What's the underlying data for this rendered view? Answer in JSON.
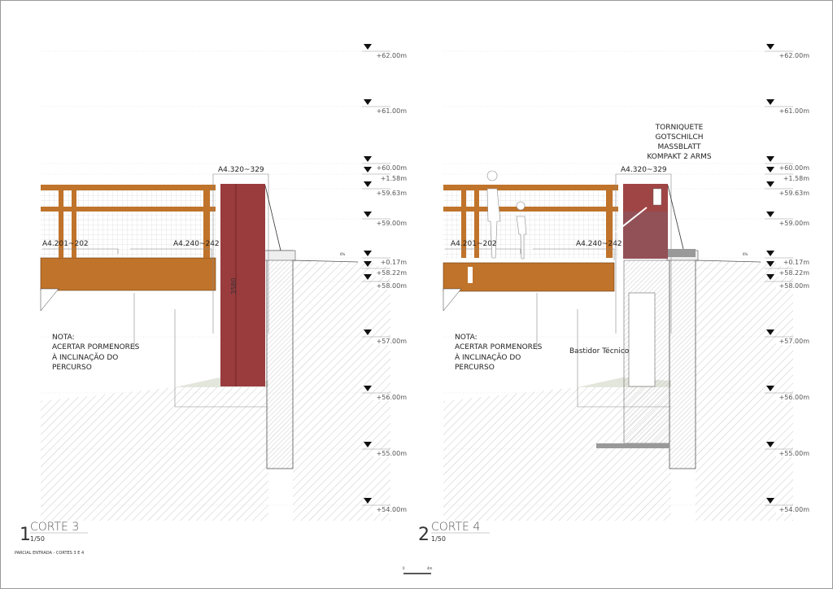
{
  "levels": [
    "+62.00m",
    "+61.00m",
    "+60.00m",
    "+1.58m",
    "+59.63m",
    "+59.00m",
    "+0.17m",
    "+58.22m",
    "+58.00m",
    "+57.00m",
    "+56.00m",
    "+55.00m",
    "+54.00m"
  ],
  "slope_label": "6%",
  "panels": [
    {
      "number": "1",
      "title": "CORTE 3",
      "scale": "1/50",
      "ref_top": "A4.320~329",
      "ref_left": "A4.201~202",
      "ref_mid": "A4.240~242",
      "dimension": "3580",
      "note": [
        "NOTA:",
        "ACERTAR PORMENORES",
        "À INCLINAÇÃO DO",
        "PERCURSO"
      ]
    },
    {
      "number": "2",
      "title": "CORTE 4",
      "scale": "1/50",
      "ref_top": "A4.320~329",
      "ref_left": "A4.201~202",
      "ref_mid": "A4.240~242",
      "callout": [
        "TORNIQUETE",
        "GOTSCHILCH",
        "MASSBLATT",
        "KOMPAKT 2 ARMS"
      ],
      "technical_label": "Bastidor Técnico",
      "note": [
        "NOTA:",
        "ACERTAR PORMENORES",
        "À INCLINAÇÃO DO",
        "PERCURSO"
      ]
    }
  ],
  "sheet_caption": "PARCIAL ENTRADA - CORTES 3 E 4",
  "scalebar": {
    "start": "0",
    "end": "4m"
  },
  "colors": {
    "timber": "#c0732a",
    "turnstile": "#9a3b3e",
    "hatch": "#bbbbbb"
  }
}
